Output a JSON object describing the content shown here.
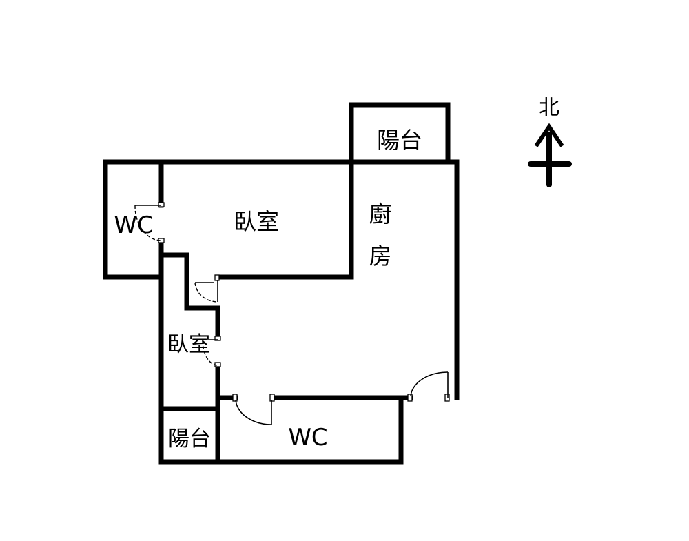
{
  "rooms": {
    "balcony_north": "陽台",
    "bedroom_main": "臥室",
    "kitchen_char1": "廚",
    "kitchen_char2": "房",
    "wc_west": "WC",
    "bedroom_second": "臥室",
    "balcony_south": "陽台",
    "wc_south": "WC"
  },
  "compass": {
    "label": "北"
  }
}
